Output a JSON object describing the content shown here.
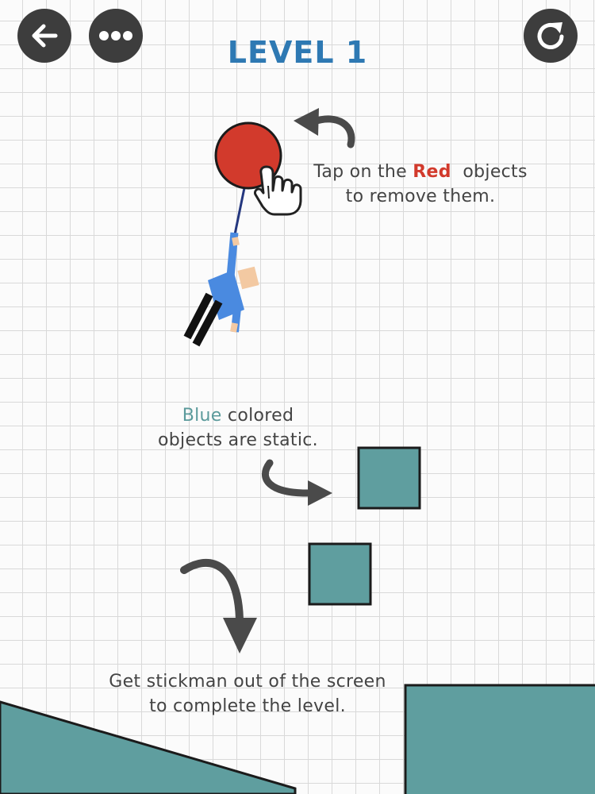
{
  "level": {
    "title": "LEVEL 1"
  },
  "toolbar": {
    "back_icon": "arrow-left-icon",
    "menu_icon": "more-dots-icon",
    "restart_icon": "restart-icon"
  },
  "hints": {
    "red": {
      "prefix": "Tap on the ",
      "highlight": "Red",
      "suffix": "  objects",
      "line2": "to remove them."
    },
    "blue": {
      "highlight": "Blue",
      "suffix": " colored",
      "line2": "objects are static."
    },
    "goal": {
      "line1": "Get stickman out of the screen",
      "line2": "to complete the level."
    }
  },
  "colors": {
    "red_object": "#d23a2c",
    "static_object": "#5f9e9f",
    "title": "#2e79b3",
    "button": "#3d3d3d",
    "stickman_shirt": "#4a8ae0",
    "stickman_skin": "#f3c9a2",
    "stickman_pants": "#111111"
  },
  "icons": {
    "tap_hand": "tap-hand-icon",
    "curved_arrow": "curved-arrow-icon"
  }
}
